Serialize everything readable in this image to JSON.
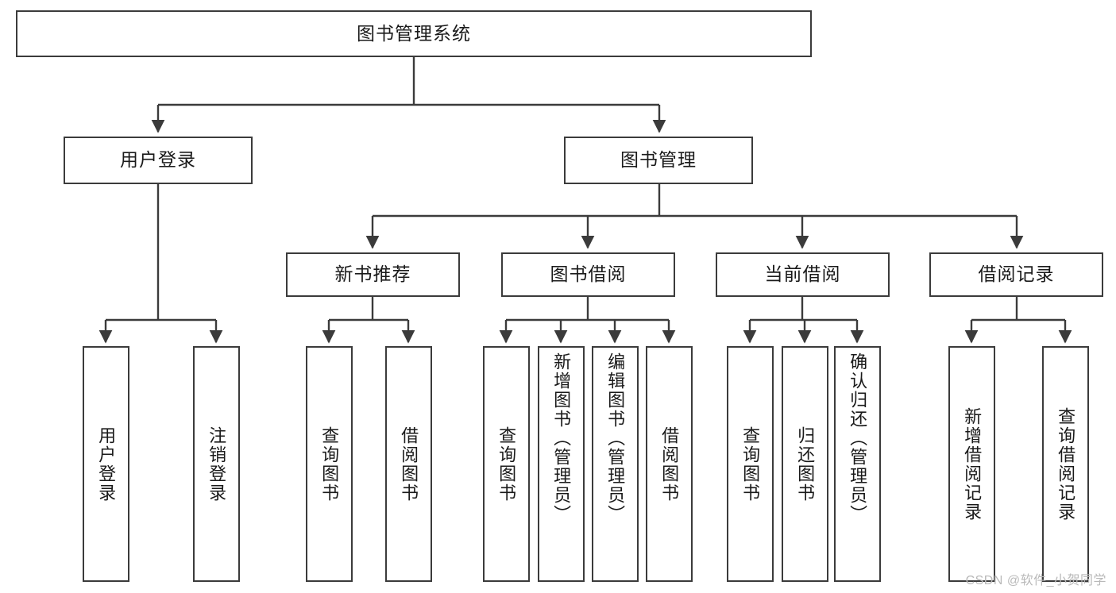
{
  "diagram": {
    "title": "图书管理系统",
    "type": "功能结构图",
    "stroke_color": "#3b3b3b",
    "fill_color": "#ffffff",
    "text_color": "#1a1a1a"
  },
  "nodes": {
    "root": {
      "label": "图书管理系统"
    },
    "level2": [
      {
        "label": "用户登录"
      },
      {
        "label": "图书管理"
      }
    ],
    "level3": [
      {
        "label": "新书推荐"
      },
      {
        "label": "图书借阅"
      },
      {
        "label": "当前借阅"
      },
      {
        "label": "借阅记录"
      }
    ],
    "leaves": {
      "user_login": [
        {
          "label": "用户登录"
        },
        {
          "label": "注销登录"
        }
      ],
      "new_book": [
        {
          "label": "查询图书"
        },
        {
          "label": "借阅图书"
        }
      ],
      "book_borrow": [
        {
          "label": "查询图书"
        },
        {
          "label": "新增图书（管理员）"
        },
        {
          "label": "编辑图书（管理员）"
        },
        {
          "label": "借阅图书"
        }
      ],
      "current_borrow": [
        {
          "label": "查询图书"
        },
        {
          "label": "归还图书"
        },
        {
          "label": "确认归还（管理员）"
        }
      ],
      "borrow_record": [
        {
          "label": "新增借阅记录"
        },
        {
          "label": "查询借阅记录"
        }
      ]
    }
  },
  "watermark": {
    "text": "CSDN @软件_小贺同学"
  }
}
